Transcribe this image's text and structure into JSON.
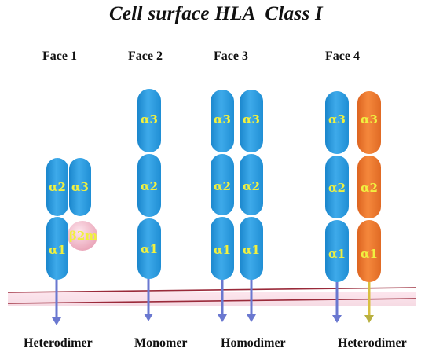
{
  "title": "Cell surface HLA  Class I",
  "colors": {
    "blue": "#2f9de0",
    "blue_light": "#5bbaf0",
    "blue_dark": "#1a7ec4",
    "orange": "#f07a2e",
    "orange_light": "#f79a55",
    "orange_dark": "#d8601a",
    "pink": "#f2b8c8",
    "label_yellow": "#f0f040",
    "membrane_red": "#a83040",
    "arrow_blue": "#6a78d0",
    "arrow_yellow": "#d8c040"
  },
  "faces": [
    {
      "label": "Face 1",
      "type_label": "Heterodimer",
      "chains": [
        {
          "color": "blue",
          "segments": [
            "α1",
            "α2"
          ]
        },
        {
          "color": "blue",
          "segments": [
            "α3"
          ]
        }
      ],
      "b2m_label": "β2m"
    },
    {
      "label": "Face 2",
      "type_label": "Monomer",
      "chains": [
        {
          "color": "blue",
          "segments": [
            "α1",
            "α2",
            "α3"
          ]
        }
      ]
    },
    {
      "label": "Face 3",
      "type_label": "Homodimer",
      "chains": [
        {
          "color": "blue",
          "segments": [
            "α1",
            "α2",
            "α3"
          ]
        },
        {
          "color": "blue",
          "segments": [
            "α1",
            "α2",
            "α3"
          ]
        }
      ]
    },
    {
      "label": "Face 4",
      "type_label": "Heterodimer",
      "chains": [
        {
          "color": "blue",
          "segments": [
            "α1",
            "α2",
            "α3"
          ]
        },
        {
          "color": "orange",
          "segments": [
            "α1",
            "α2",
            "α3"
          ]
        }
      ]
    }
  ]
}
